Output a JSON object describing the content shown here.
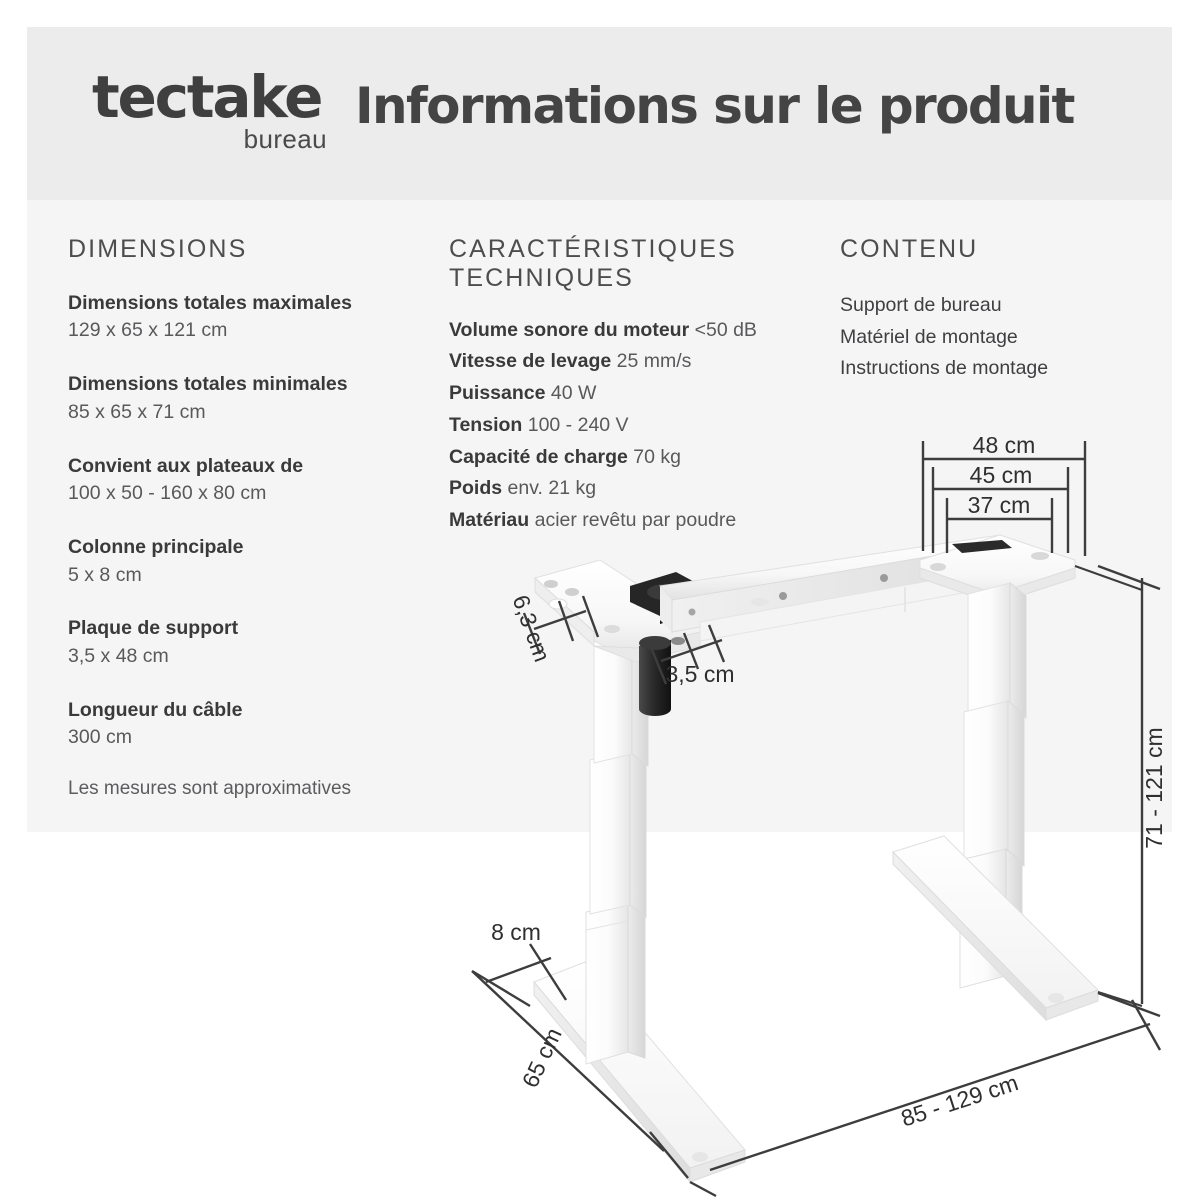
{
  "header": {
    "logo_word": "tectake",
    "logo_sub": "bureau",
    "title": "Informations sur le produit"
  },
  "columns": {
    "dimensions": {
      "heading": "DIMENSIONS",
      "groups": [
        {
          "label": "Dimensions totales maximales",
          "value": "129 x 65 x 121 cm"
        },
        {
          "label": "Dimensions totales minimales",
          "value": "85 x 65 x 71 cm"
        },
        {
          "label": "Convient aux plateaux de",
          "value": "100 x 50 - 160 x 80 cm"
        },
        {
          "label": "Colonne principale",
          "value": "5 x 8 cm"
        },
        {
          "label": "Plaque de support",
          "value": "3,5 x 48 cm"
        },
        {
          "label": "Longueur du câble",
          "value": "300 cm"
        }
      ],
      "note": "Les mesures sont approximatives"
    },
    "specs": {
      "heading": "CARACTÉRISTIQUES\nTECHNIQUES",
      "items": [
        {
          "key": "Volume sonore du moteur",
          "value": "<50 dB"
        },
        {
          "key": "Vitesse de levage",
          "value": "25 mm/s"
        },
        {
          "key": "Puissance",
          "value": "40 W"
        },
        {
          "key": "Tension",
          "value": "100 - 240 V"
        },
        {
          "key": "Capacité de charge",
          "value": "70 kg"
        },
        {
          "key": "Poids",
          "value": "env. 21 kg"
        },
        {
          "key": "Matériau",
          "value": "acier revêtu par poudre"
        }
      ]
    },
    "contents": {
      "heading": "CONTENU",
      "items": [
        "Support de bureau",
        "Matériel de montage",
        "Instructions de montage"
      ]
    }
  },
  "drawing": {
    "alt": "Schéma technique du support de bureau réglable en hauteur",
    "measurements": {
      "top_outer": "48 cm",
      "top_middle": "45 cm",
      "top_inner": "37 cm",
      "foot_depth": "6,3 cm",
      "plate_thickness": "3,5 cm",
      "height_range": "71 - 121 cm",
      "column_depth": "8 cm",
      "foot_length": "65 cm",
      "width_range": "85 - 129 cm"
    }
  },
  "colors": {
    "header_band": "#ececec",
    "info_panel": "#f5f5f5",
    "text_dark": "#3a3a3a",
    "text_muted": "#59595c",
    "frame_white": "#ffffff",
    "line_dark": "#3d3d3d",
    "motor_black": "#2b2b2b"
  }
}
